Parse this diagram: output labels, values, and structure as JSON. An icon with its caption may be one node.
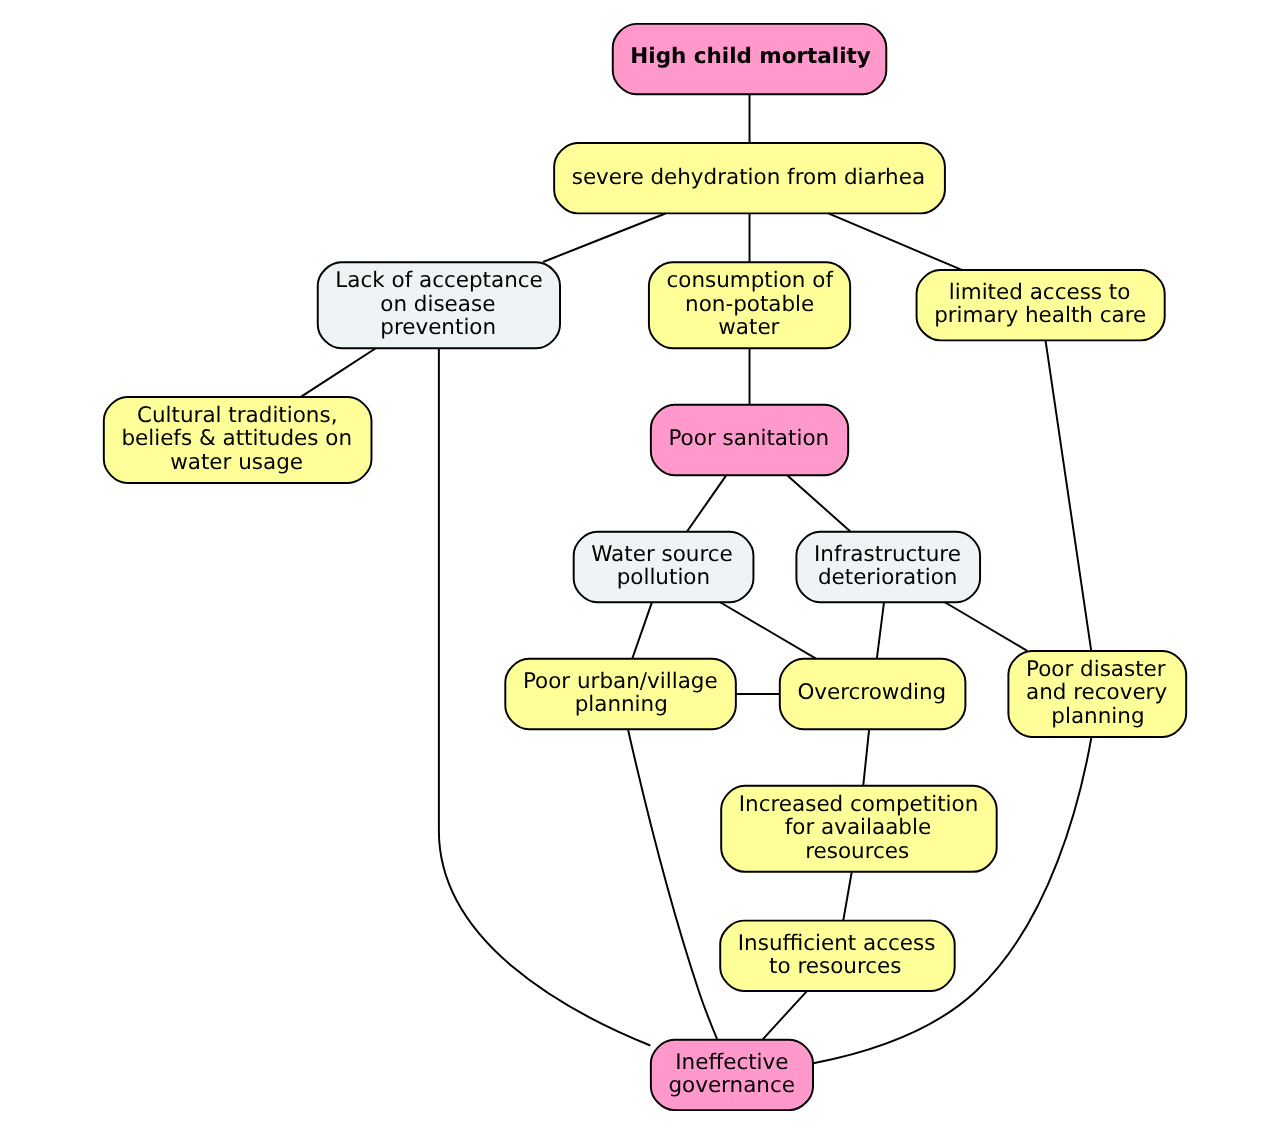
{
  "diagram": {
    "nodes": [
      {
        "text": [
          "High child mortality"
        ]
      },
      {
        "text": [
          "severe dehydration from diarhea"
        ]
      },
      {
        "text": [
          "Lack of acceptance on disease prevention"
        ]
      },
      {
        "text": [
          "consumption of non-potable water"
        ]
      },
      {
        "text": [
          "limited access to primary health care"
        ]
      },
      {
        "text": [
          "Poor sanitation"
        ]
      },
      {
        "text": [
          "Cultural traditions, beliefs & attitudes on water usage"
        ]
      },
      {
        "text": [
          "Water source pollution"
        ]
      },
      {
        "text": [
          "Infrastructure deterioration"
        ]
      },
      {
        "text": [
          "Poor disaster and recovery planning"
        ]
      },
      {
        "text": [
          "Overcrowding"
        ]
      },
      {
        "text": [
          "Poor urban/village planning"
        ]
      },
      {
        "text": [
          "Increased competition for availaable resources"
        ]
      },
      {
        "text": [
          "Insufficient access to resources"
        ]
      },
      {
        "text": [
          "Ineffective governance"
        ]
      }
    ],
    "edges": [
      {
        "from": 0,
        "to": 1,
        "arrow": "none"
      },
      {
        "from": 1,
        "to": 2,
        "arrow": "none"
      },
      {
        "from": 1,
        "to": 3,
        "arrow": "none"
      },
      {
        "from": 1,
        "to": 4,
        "arrow": "none"
      },
      {
        "from": 3,
        "to": 5,
        "arrow": "none"
      },
      {
        "from": 2,
        "to": 6,
        "arrow": "none"
      },
      {
        "from": 2,
        "to": 14,
        "arrow": "none"
      },
      {
        "from": 5,
        "to": 7,
        "arrow": "none"
      },
      {
        "from": 5,
        "to": 8,
        "arrow": "none"
      },
      {
        "from": 4,
        "to": 9,
        "arrow": "none"
      },
      {
        "from": 7,
        "to": 11,
        "arrow": "none"
      },
      {
        "from": 7,
        "to": 10,
        "arrow": "none"
      },
      {
        "from": 8,
        "to": 10,
        "arrow": "none"
      },
      {
        "from": 8,
        "to": 9,
        "arrow": "none"
      },
      {
        "from": 11,
        "to": 10,
        "arrow": "none"
      },
      {
        "from": 10,
        "to": 12,
        "arrow": "none"
      },
      {
        "from": 12,
        "to": 13,
        "arrow": "none"
      },
      {
        "from": 13,
        "to": 14,
        "arrow": "none"
      },
      {
        "from": 11,
        "to": 14,
        "arrow": "none"
      },
      {
        "from": 9,
        "to": 14,
        "arrow": "none"
      }
    ]
  }
}
